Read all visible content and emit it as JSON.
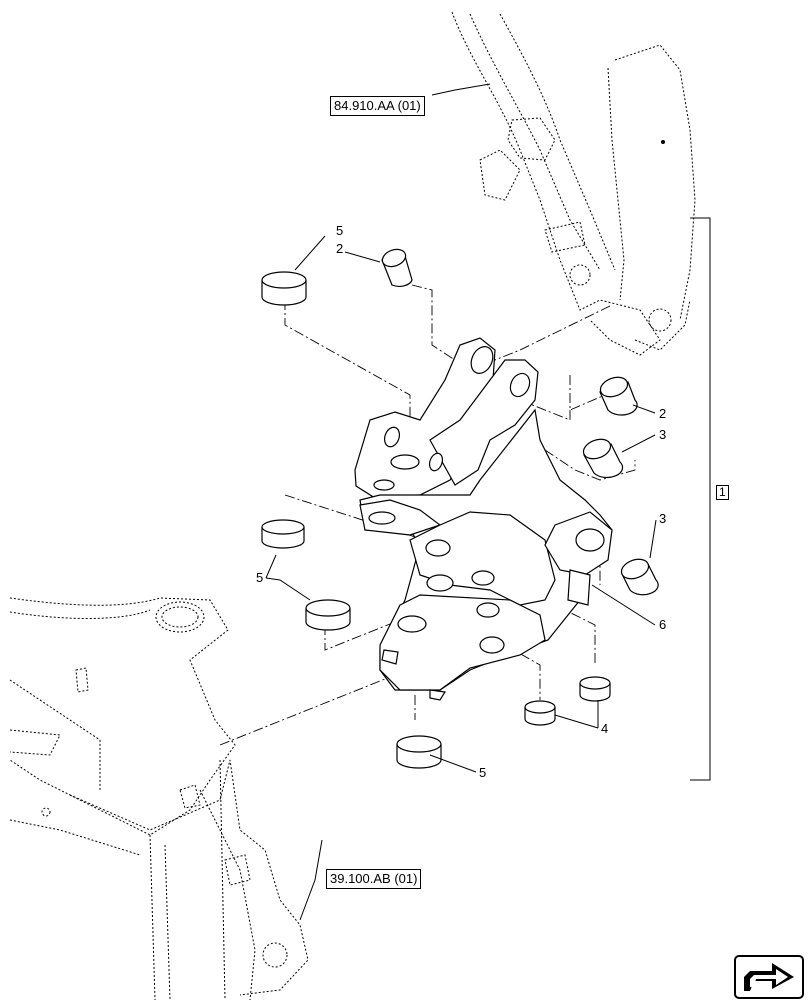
{
  "references": {
    "top": "84.910.AA (01)",
    "bottom": "39.100.AB (01)"
  },
  "group_label": "1",
  "callouts": {
    "c5_top": "5",
    "c2_top": "2",
    "c2_right": "2",
    "c3_right_a": "3",
    "c3_right_b": "3",
    "c5_left": "5",
    "c6": "6",
    "c4": "4",
    "c5_bottom": "5"
  },
  "nav": {
    "icon": "next-page-arrow-icon"
  }
}
